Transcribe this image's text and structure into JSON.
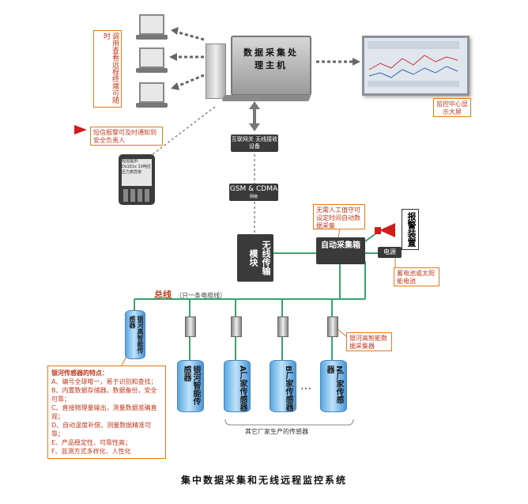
{
  "host": {
    "label": "数据采集处理主机"
  },
  "remote_note": "调用查看远程终端可随时",
  "monitor_note": "监控中心显示大屏",
  "alarm_sms_note": "短信报警可及时通知到安全负责人",
  "phone_screen": "短信提示: Ds101x 10吨位压力表异常",
  "gateway": "互联网关 无线接收设备",
  "gsm": "GSM & CDMA",
  "gsm_small": "网络",
  "wireless_module": "无线传输模块",
  "collector": "自动采集箱",
  "collector_note": "无需人工值守可设定时间自动数据采集",
  "alarm_device": "报警装置",
  "power": "电源",
  "power_note": "蓄电池或太阳能电池",
  "bus": {
    "label": "总线",
    "sub": "（只一条电缆线）"
  },
  "smart_sensor_label": "银河高智能传感器",
  "smart_collector_note": "银河高智能数据采集器",
  "sensors": [
    {
      "label": "银河智能传感器"
    },
    {
      "label": "A厂家传感器"
    },
    {
      "label": "B厂家传感器"
    },
    {
      "label": "N厂家传感器"
    }
  ],
  "ellipsis": "…",
  "other_makers": "其它厂家生产的传感器",
  "features": {
    "title": "银河传感器的特点：",
    "items": [
      "A、编号全球唯一，易于识别和查找；",
      "B、内置数据存储器，数据备份，安全可靠；",
      "C、直接物理量输出，测量数据准确直观；",
      "D、自动温度补偿，测量数据精准可靠；",
      "E、产品稳定性、可靠性高；",
      "F、监测方式多样化、人性化"
    ]
  },
  "caption": "集中数据采集和无线远程监控系统",
  "colors": {
    "accent_orange": "#e07a1a",
    "bus_green": "#3aa36b",
    "alarm_red": "#d21c1c"
  }
}
